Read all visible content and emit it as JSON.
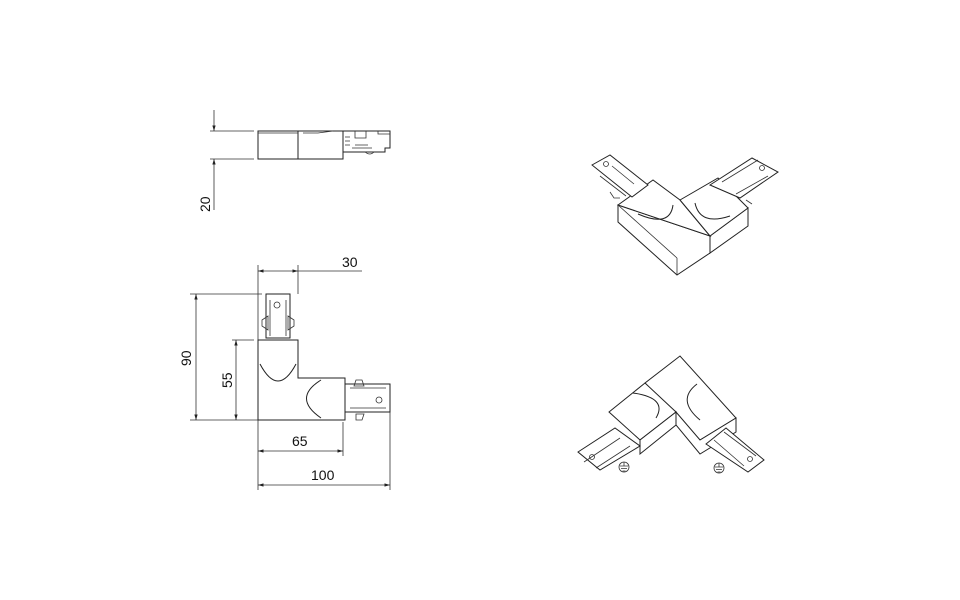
{
  "drawing": {
    "side_view": {
      "height_dim": "20"
    },
    "top_view": {
      "width_dim": "30",
      "total_height_dim": "90",
      "body_height_dim": "55",
      "body_length_dim": "65",
      "total_length_dim": "100"
    },
    "iso_views": [
      {
        "view": "top-isometric"
      },
      {
        "view": "bottom-isometric",
        "symbols": [
          "ground-symbol",
          "ground-symbol"
        ]
      }
    ],
    "line_color": "#222222",
    "background": "#ffffff"
  }
}
